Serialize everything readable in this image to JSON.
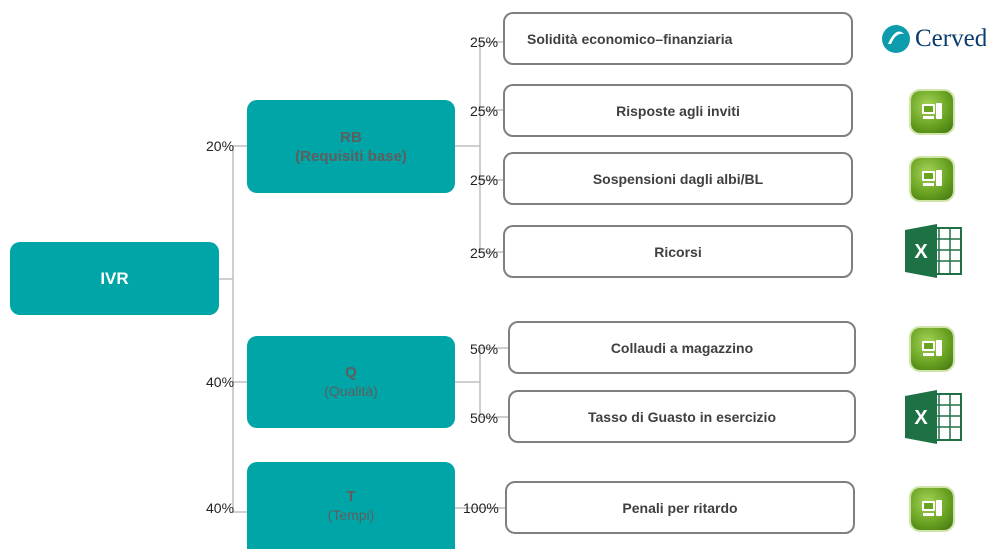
{
  "root": {
    "label": "IVR"
  },
  "categories": [
    {
      "code": "RB",
      "name": "(Requisiti base)",
      "weight": "20%"
    },
    {
      "code": "Q",
      "name": "(Qualità)",
      "weight": "40%"
    },
    {
      "code": "T",
      "name": "(Tempi)",
      "weight": "40%"
    }
  ],
  "criteria": [
    {
      "label": "Solidità economico–finanziaria",
      "weight": "25%",
      "source_icon": "cerved-logo"
    },
    {
      "label": "Risposte agli inviti",
      "weight": "25%",
      "source_icon": "green-system-icon"
    },
    {
      "label": "Sospensioni dagli albi/BL",
      "weight": "25%",
      "source_icon": "green-system-icon"
    },
    {
      "label": "Ricorsi",
      "weight": "25%",
      "source_icon": "excel-icon"
    },
    {
      "label": "Collaudi a magazzino",
      "weight": "50%",
      "source_icon": "green-system-icon"
    },
    {
      "label": "Tasso di Guasto in esercizio",
      "weight": "50%",
      "source_icon": "excel-icon"
    },
    {
      "label": "Penali per ritardo",
      "weight": "100%",
      "source_icon": "green-system-icon"
    }
  ],
  "logos": {
    "cerved": "Cerved"
  },
  "colors": {
    "teal": "#00a5a8",
    "border": "#7f7f7f",
    "excel_green": "#1e7145",
    "cerved_blue": "#0a3d6b"
  }
}
